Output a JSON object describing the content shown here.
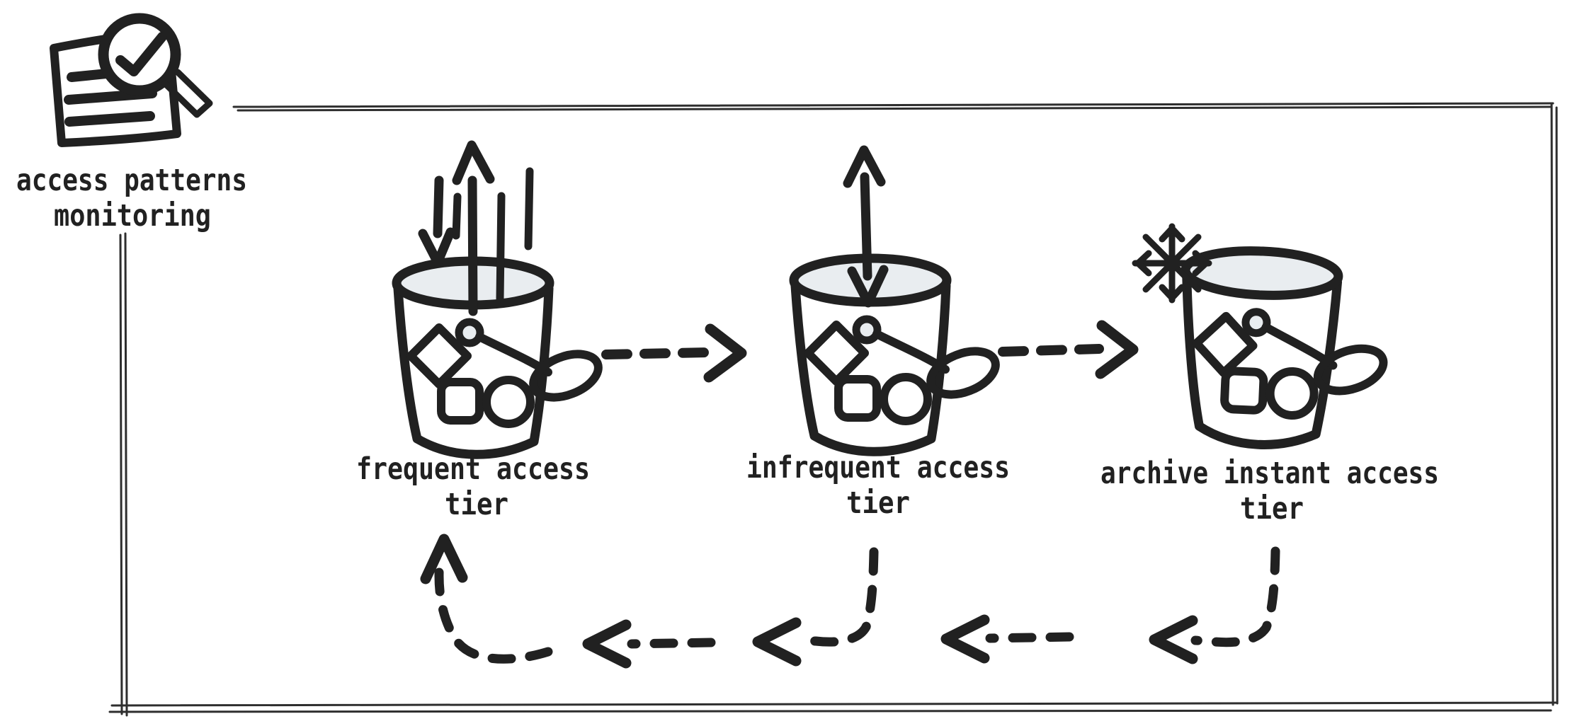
{
  "colors": {
    "background": "#ffffff",
    "ink": "#212121",
    "bucket_rim_fill": "#e9edf0",
    "frame_line": "#2e2e2e"
  },
  "monitoring_icon": {
    "icon": "document-check-magnifier-icon",
    "label_line1": "access patterns",
    "label_line2": "monitoring"
  },
  "tiers": [
    {
      "key": "frequent-access-tier",
      "bucket_icon": "s3-bucket-icon",
      "top_icon": "upload-download-arrows-icon",
      "label_line1": "frequent access",
      "label_line2": "tier"
    },
    {
      "key": "infrequent-access-tier",
      "bucket_icon": "s3-bucket-icon",
      "top_icon": "double-headed-arrow-icon",
      "label_line1": "infrequent access",
      "label_line2": "tier"
    },
    {
      "key": "archive-instant-access-tier",
      "bucket_icon": "s3-bucket-icon",
      "top_icon": "snowflake-icon",
      "label_line1": "archive instant access",
      "label_line2": "tier"
    }
  ]
}
